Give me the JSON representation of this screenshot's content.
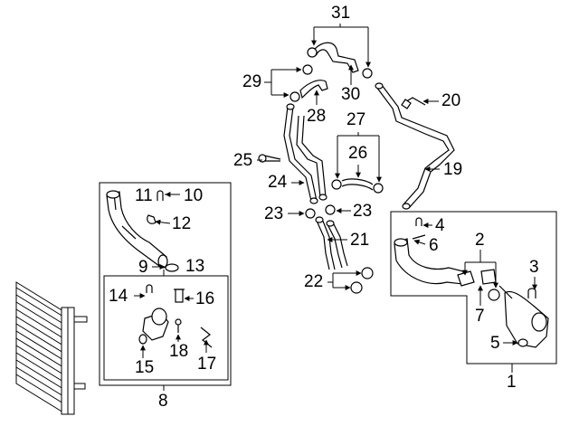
{
  "callouts": {
    "c1": "1",
    "c2": "2",
    "c3": "3",
    "c4": "4",
    "c5": "5",
    "c6": "6",
    "c7": "7",
    "c8": "8",
    "c9": "9",
    "c10": "10",
    "c11": "11",
    "c12": "12",
    "c13": "13",
    "c14": "14",
    "c15": "15",
    "c16": "16",
    "c17": "17",
    "c18": "18",
    "c19": "19",
    "c20": "20",
    "c21": "21",
    "c22": "22",
    "c23a": "23",
    "c23b": "23",
    "c24": "24",
    "c25": "25",
    "c26": "26",
    "c27": "27",
    "c28": "28",
    "c29": "29",
    "c30": "30",
    "c31": "31"
  },
  "colors": {
    "line": "#000000",
    "background": "#ffffff"
  }
}
